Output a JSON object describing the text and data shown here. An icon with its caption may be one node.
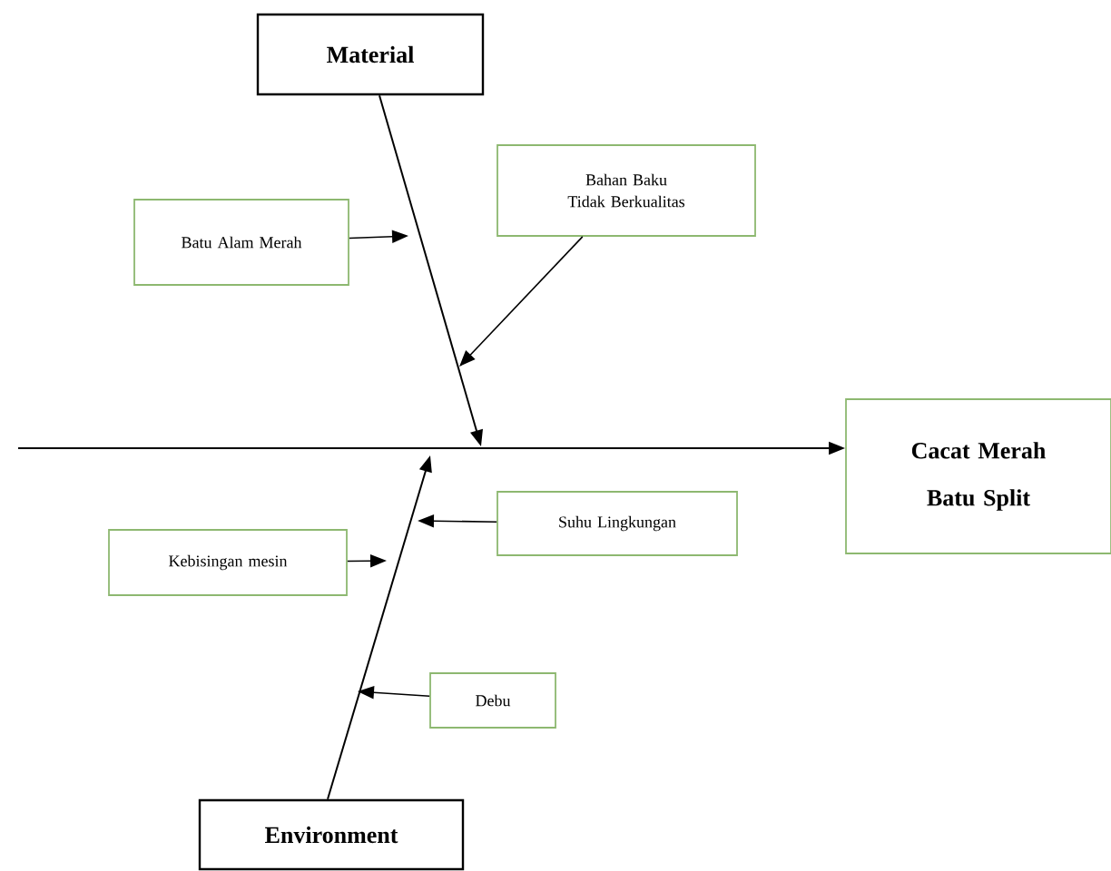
{
  "diagram": {
    "nodes": [
      {
        "text": [
          "Material"
        ]
      },
      {
        "text": [
          "Batu Alam Merah"
        ]
      },
      {
        "text": [
          "Bahan Baku Tidak Berkualitas"
        ]
      },
      {
        "text": [
          "Cacat Merah Batu Split"
        ]
      },
      {
        "text": [
          "Suhu Lingkungan"
        ]
      },
      {
        "text": [
          "Kebisingan mesin"
        ]
      },
      {
        "text": [
          "Debu"
        ]
      },
      {
        "text": [
          "Environment"
        ]
      }
    ],
    "edges": [
      {
        "from": null,
        "to": 3,
        "arrow": "to"
      },
      {
        "from": 0,
        "to": null,
        "arrow": "to"
      },
      {
        "from": 7,
        "to": null,
        "arrow": "to"
      },
      {
        "from": 1,
        "to": null,
        "arrow": "to"
      },
      {
        "from": 2,
        "to": null,
        "arrow": "to"
      },
      {
        "from": 4,
        "to": null,
        "arrow": "to"
      },
      {
        "from": 5,
        "to": null,
        "arrow": "to"
      },
      {
        "from": 6,
        "to": null,
        "arrow": "to"
      }
    ]
  }
}
